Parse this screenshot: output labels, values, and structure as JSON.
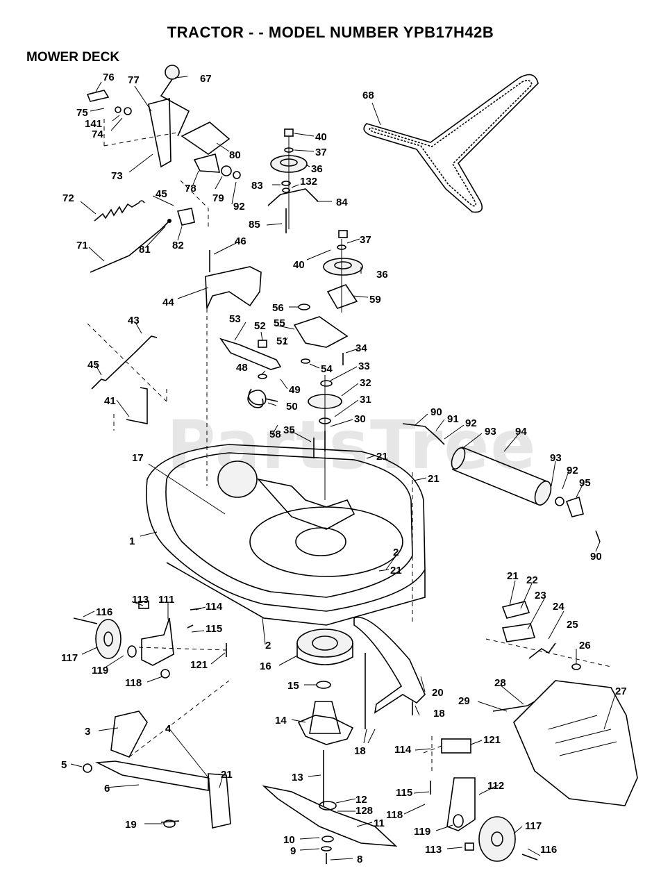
{
  "title": "TRACTOR - - MODEL NUMBER YPB17H42B",
  "section": "MOWER DECK",
  "watermark": "PartsTree",
  "callouts": [
    {
      "id": "c76",
      "text": "76"
    },
    {
      "id": "c77",
      "text": "77"
    },
    {
      "id": "c67",
      "text": "67"
    },
    {
      "id": "c75",
      "text": "75"
    },
    {
      "id": "c141",
      "text": "141"
    },
    {
      "id": "c74",
      "text": "74"
    },
    {
      "id": "c73",
      "text": "73"
    },
    {
      "id": "c80",
      "text": "80"
    },
    {
      "id": "c78",
      "text": "78"
    },
    {
      "id": "c79",
      "text": "79"
    },
    {
      "id": "c92a",
      "text": "92"
    },
    {
      "id": "c72",
      "text": "72"
    },
    {
      "id": "c45a",
      "text": "45"
    },
    {
      "id": "c81",
      "text": "81"
    },
    {
      "id": "c82",
      "text": "82"
    },
    {
      "id": "c71",
      "text": "71"
    },
    {
      "id": "c40a",
      "text": "40"
    },
    {
      "id": "c37a",
      "text": "37"
    },
    {
      "id": "c36a",
      "text": "36"
    },
    {
      "id": "c83",
      "text": "83"
    },
    {
      "id": "c132",
      "text": "132"
    },
    {
      "id": "c84",
      "text": "84"
    },
    {
      "id": "c85",
      "text": "85"
    },
    {
      "id": "c68",
      "text": "68"
    },
    {
      "id": "c46",
      "text": "46"
    },
    {
      "id": "c44",
      "text": "44"
    },
    {
      "id": "c37b",
      "text": "37"
    },
    {
      "id": "c40b",
      "text": "40"
    },
    {
      "id": "c36b",
      "text": "36"
    },
    {
      "id": "c56",
      "text": "56"
    },
    {
      "id": "c59",
      "text": "59"
    },
    {
      "id": "c55",
      "text": "55"
    },
    {
      "id": "c53",
      "text": "53"
    },
    {
      "id": "c52",
      "text": "52"
    },
    {
      "id": "c51",
      "text": "51"
    },
    {
      "id": "c34",
      "text": "34"
    },
    {
      "id": "c48",
      "text": "48"
    },
    {
      "id": "c54",
      "text": "54"
    },
    {
      "id": "c33",
      "text": "33"
    },
    {
      "id": "c49",
      "text": "49"
    },
    {
      "id": "c32",
      "text": "32"
    },
    {
      "id": "c43",
      "text": "43"
    },
    {
      "id": "c45b",
      "text": "45"
    },
    {
      "id": "c50",
      "text": "50"
    },
    {
      "id": "c31",
      "text": "31"
    },
    {
      "id": "c41",
      "text": "41"
    },
    {
      "id": "c30",
      "text": "30"
    },
    {
      "id": "c58",
      "text": "58"
    },
    {
      "id": "c35",
      "text": "35"
    },
    {
      "id": "c90a",
      "text": "90"
    },
    {
      "id": "c91",
      "text": "91"
    },
    {
      "id": "c92b",
      "text": "92"
    },
    {
      "id": "c93a",
      "text": "93"
    },
    {
      "id": "c94",
      "text": "94"
    },
    {
      "id": "c21a",
      "text": "21"
    },
    {
      "id": "c17",
      "text": "17"
    },
    {
      "id": "c21b",
      "text": "21"
    },
    {
      "id": "c93b",
      "text": "93"
    },
    {
      "id": "c92c",
      "text": "92"
    },
    {
      "id": "c95",
      "text": "95"
    },
    {
      "id": "c1",
      "text": "1"
    },
    {
      "id": "c90b",
      "text": "90"
    },
    {
      "id": "c2a",
      "text": "2"
    },
    {
      "id": "c21c",
      "text": "21"
    },
    {
      "id": "c21d",
      "text": "21"
    },
    {
      "id": "c22",
      "text": "22"
    },
    {
      "id": "c23",
      "text": "23"
    },
    {
      "id": "c113a",
      "text": "113"
    },
    {
      "id": "c111",
      "text": "111"
    },
    {
      "id": "c114a",
      "text": "114"
    },
    {
      "id": "c116a",
      "text": "116"
    },
    {
      "id": "c115a",
      "text": "115"
    },
    {
      "id": "c24",
      "text": "24"
    },
    {
      "id": "c25",
      "text": "25"
    },
    {
      "id": "c2b",
      "text": "2"
    },
    {
      "id": "c117a",
      "text": "117"
    },
    {
      "id": "c119a",
      "text": "119"
    },
    {
      "id": "c121a",
      "text": "121"
    },
    {
      "id": "c16",
      "text": "16"
    },
    {
      "id": "c26",
      "text": "26"
    },
    {
      "id": "c118a",
      "text": "118"
    },
    {
      "id": "c15",
      "text": "15"
    },
    {
      "id": "c20",
      "text": "20"
    },
    {
      "id": "c28",
      "text": "28"
    },
    {
      "id": "c27",
      "text": "27"
    },
    {
      "id": "c29",
      "text": "29"
    },
    {
      "id": "c14",
      "text": "14"
    },
    {
      "id": "c18a",
      "text": "18"
    },
    {
      "id": "c3",
      "text": "3"
    },
    {
      "id": "c4",
      "text": "4"
    },
    {
      "id": "c18b",
      "text": "18"
    },
    {
      "id": "c114b",
      "text": "114"
    },
    {
      "id": "c121b",
      "text": "121"
    },
    {
      "id": "c5",
      "text": "5"
    },
    {
      "id": "c21e",
      "text": "21"
    },
    {
      "id": "c6",
      "text": "6"
    },
    {
      "id": "c13",
      "text": "13"
    },
    {
      "id": "c115b",
      "text": "115"
    },
    {
      "id": "c112",
      "text": "112"
    },
    {
      "id": "c12",
      "text": "12"
    },
    {
      "id": "c128",
      "text": "128"
    },
    {
      "id": "c118b",
      "text": "118"
    },
    {
      "id": "c11",
      "text": "11"
    },
    {
      "id": "c19",
      "text": "19"
    },
    {
      "id": "c117b",
      "text": "117"
    },
    {
      "id": "c119b",
      "text": "119"
    },
    {
      "id": "c10",
      "text": "10"
    },
    {
      "id": "c113b",
      "text": "113"
    },
    {
      "id": "c9",
      "text": "9"
    },
    {
      "id": "c116b",
      "text": "116"
    },
    {
      "id": "c8",
      "text": "8"
    }
  ]
}
